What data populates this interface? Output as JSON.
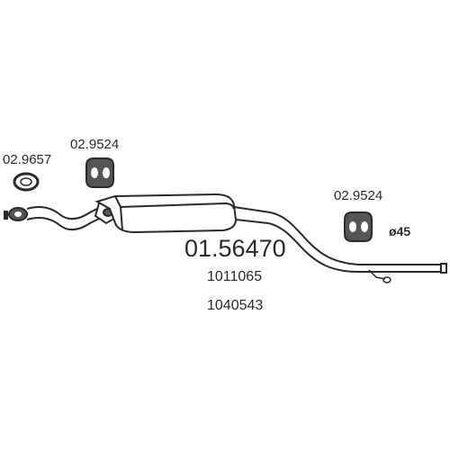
{
  "labels": {
    "gasket_front": "02.9657",
    "rubber_mount_left": "02.9524",
    "rubber_mount_right": "02.9524",
    "main_part_number": "01.56470",
    "oem_ref_1": "1011065",
    "oem_ref_2": "1040543",
    "diameter": "ø45"
  },
  "icons": {
    "gasket": "gasket-ring-icon",
    "rubber_mount": "rubber-hanger-icon",
    "muffler": "middle-silencer-icon"
  },
  "colors": {
    "ink": "#2a2a2a",
    "fill_dark": "#555555",
    "background": "#ffffff"
  }
}
